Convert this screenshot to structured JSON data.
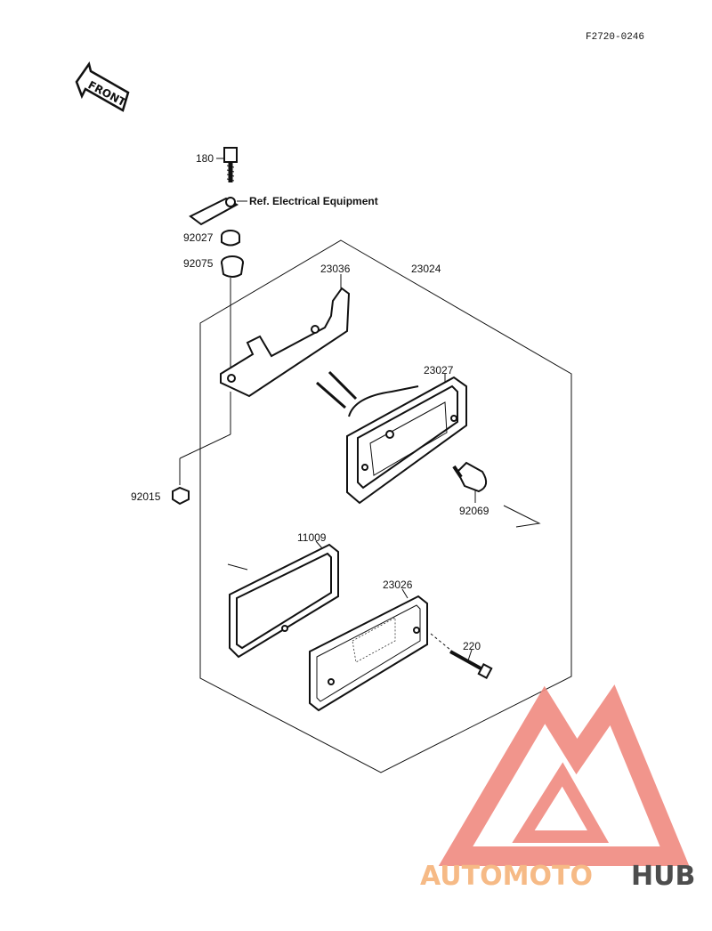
{
  "drawing_code": "F2720-0246",
  "front_label": "FRONT",
  "reference_note": "Ref. Electrical Equipment",
  "parts": [
    {
      "id": "p180",
      "number": "180"
    },
    {
      "id": "p92027",
      "number": "92027"
    },
    {
      "id": "p92075",
      "number": "92075"
    },
    {
      "id": "p23036",
      "number": "23036"
    },
    {
      "id": "p23024",
      "number": "23024"
    },
    {
      "id": "p23027",
      "number": "23027"
    },
    {
      "id": "p92015",
      "number": "92015"
    },
    {
      "id": "p92069",
      "number": "92069"
    },
    {
      "id": "p11009",
      "number": "11009"
    },
    {
      "id": "p23026",
      "number": "23026"
    },
    {
      "id": "p220",
      "number": "220"
    }
  ],
  "watermark": {
    "part1": "AUTOMOTO",
    "part2": "HUB",
    "color_logo": "#f08a80",
    "color_text1": "#f6b37a",
    "color_text2": "#3a3a3a"
  }
}
